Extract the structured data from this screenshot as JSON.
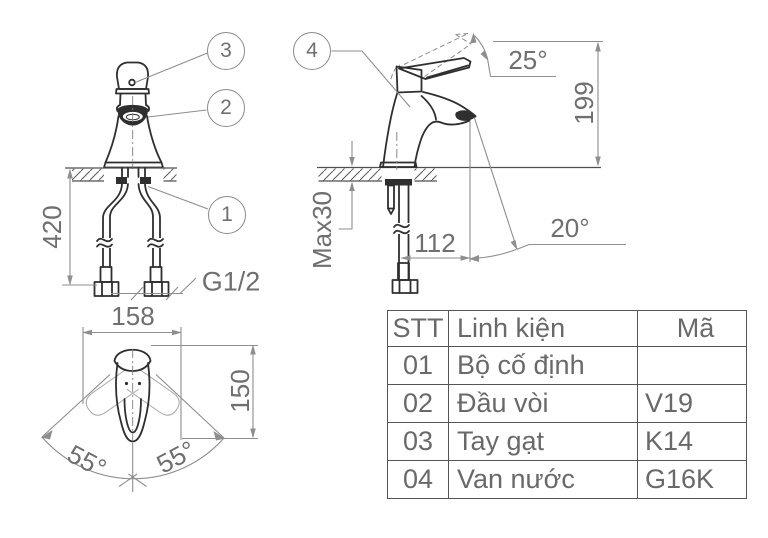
{
  "drawing": {
    "dimensions": {
      "total_height": "420",
      "thread_size": "G1/2",
      "swing_width": "158",
      "handle_depth": "150",
      "swing_left": "55°",
      "swing_right": "55°",
      "lever_angle": "25°",
      "spout_height": "199",
      "deck_thickness": "Max30",
      "drop_offset": "112",
      "stream_angle": "20°"
    },
    "callouts": {
      "one": "1",
      "two": "2",
      "three": "3",
      "four": "4"
    }
  },
  "table": {
    "headers": [
      "STT",
      "Linh kiện",
      "Mã"
    ],
    "rows": [
      {
        "stt": "01",
        "part": "Bộ cố định",
        "code": ""
      },
      {
        "stt": "02",
        "part": "Đầu vòi",
        "code": "V19"
      },
      {
        "stt": "03",
        "part": "Tay gạt",
        "code": "K14"
      },
      {
        "stt": "04",
        "part": "Van nước",
        "code": "G16K"
      }
    ]
  }
}
